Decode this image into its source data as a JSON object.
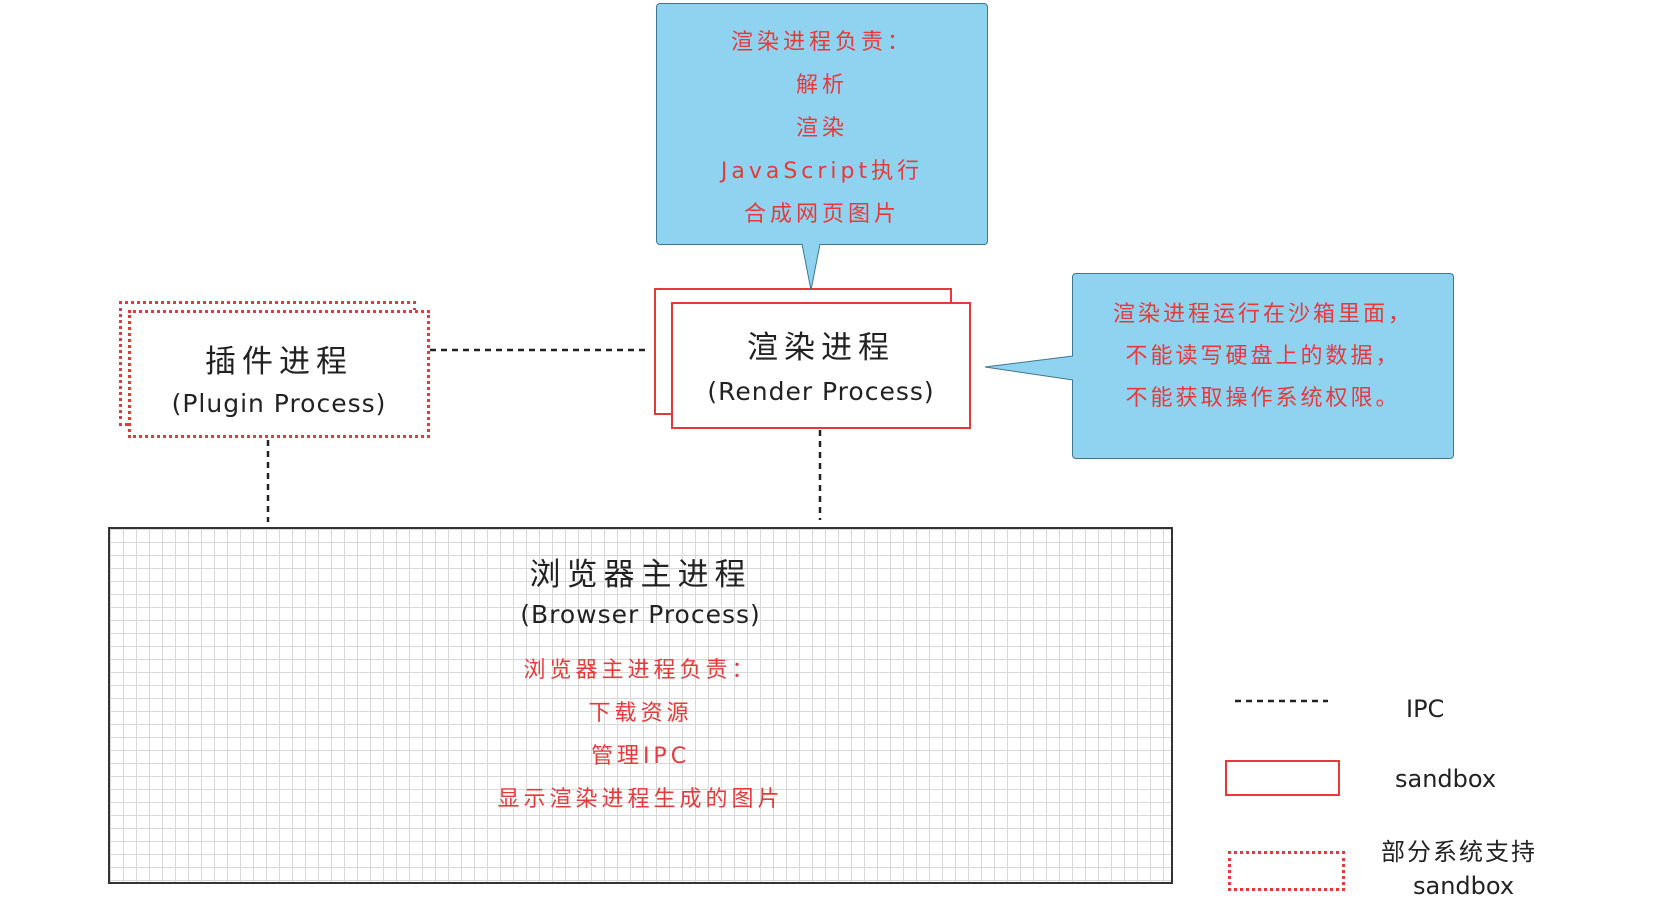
{
  "plugin_process": {
    "title": "插件进程",
    "subtitle": "(Plugin Process)"
  },
  "render_process": {
    "title": "渲染进程",
    "subtitle": "(Render Process)",
    "duties_note": [
      "渲染进程负责：",
      "解析",
      "渲染",
      "JavaScript执行",
      "合成网页图片"
    ],
    "sandbox_note": [
      "渲染进程运行在沙箱里面，",
      "不能读写硬盘上的数据，",
      "不能获取操作系统权限。"
    ]
  },
  "browser_process": {
    "title": "浏览器主进程",
    "subtitle": "(Browser Process)",
    "duties": [
      "浏览器主进程负责：",
      "下载资源",
      "管理IPC",
      "显示渲染进程生成的图片"
    ]
  },
  "legend": {
    "ipc_label": "IPC",
    "sandbox_label": "sandbox",
    "partial_label": "部分系统支持",
    "partial_sub": "sandbox"
  },
  "colors": {
    "accent_red": "#e8393a",
    "bubble_blue": "#8fd3f0",
    "line_dark": "#222222"
  }
}
